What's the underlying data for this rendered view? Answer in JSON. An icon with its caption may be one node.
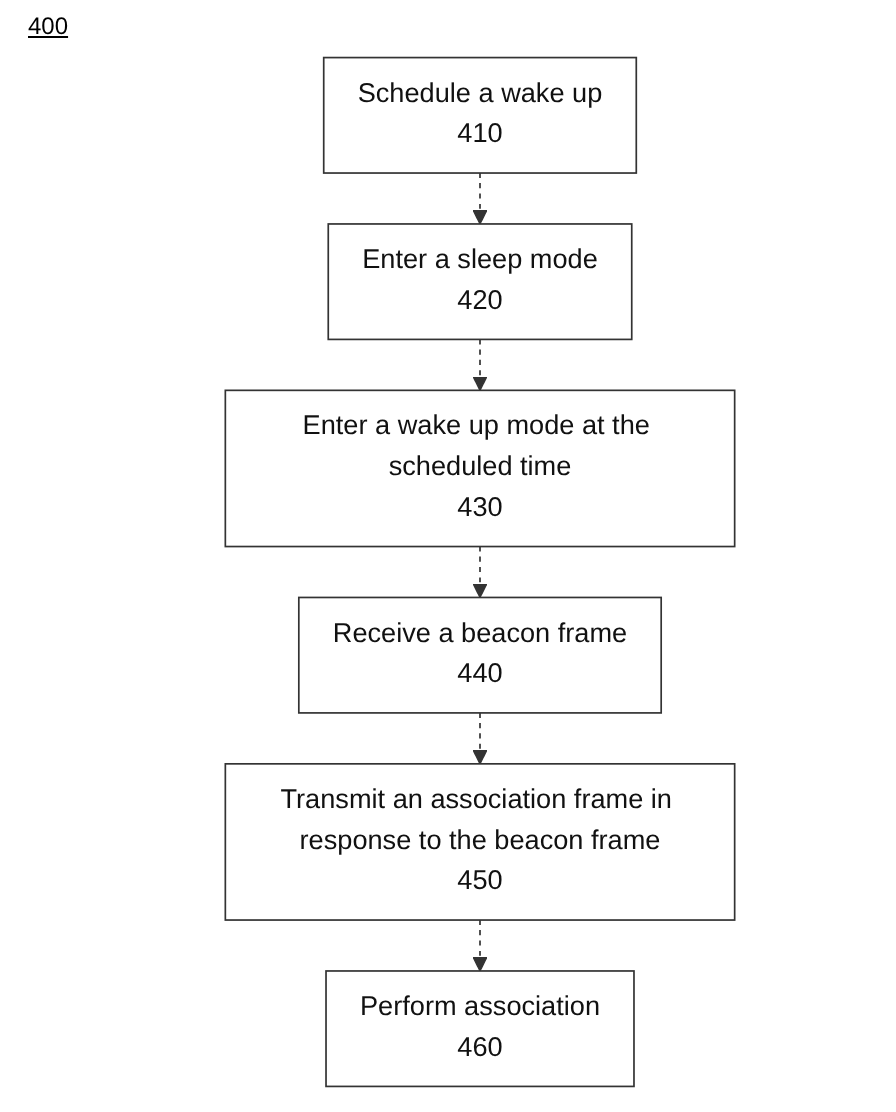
{
  "diagram": {
    "nodes": [
      {
        "text": [
          "Schedule a wake up",
          "410"
        ]
      },
      {
        "text": [
          "Enter a sleep mode",
          "420"
        ]
      },
      {
        "text": [
          "Enter a wake up mode at the scheduled time",
          "430"
        ]
      },
      {
        "text": [
          "Receive a beacon frame",
          "440"
        ]
      },
      {
        "text": [
          "Transmit an association frame in response to the beacon frame",
          "450"
        ]
      },
      {
        "text": [
          "Perform association",
          "460"
        ]
      }
    ],
    "edges": [
      {
        "from": 0,
        "to": 1,
        "arrow": "to",
        "style": "dashed"
      },
      {
        "from": 1,
        "to": 2,
        "arrow": "to",
        "style": "dashed"
      },
      {
        "from": 2,
        "to": 3,
        "arrow": "to",
        "style": "dashed"
      },
      {
        "from": 3,
        "to": 4,
        "arrow": "to",
        "style": "dashed"
      },
      {
        "from": 4,
        "to": 5,
        "arrow": "to",
        "style": "dashed"
      }
    ],
    "labels": [
      "400"
    ]
  }
}
